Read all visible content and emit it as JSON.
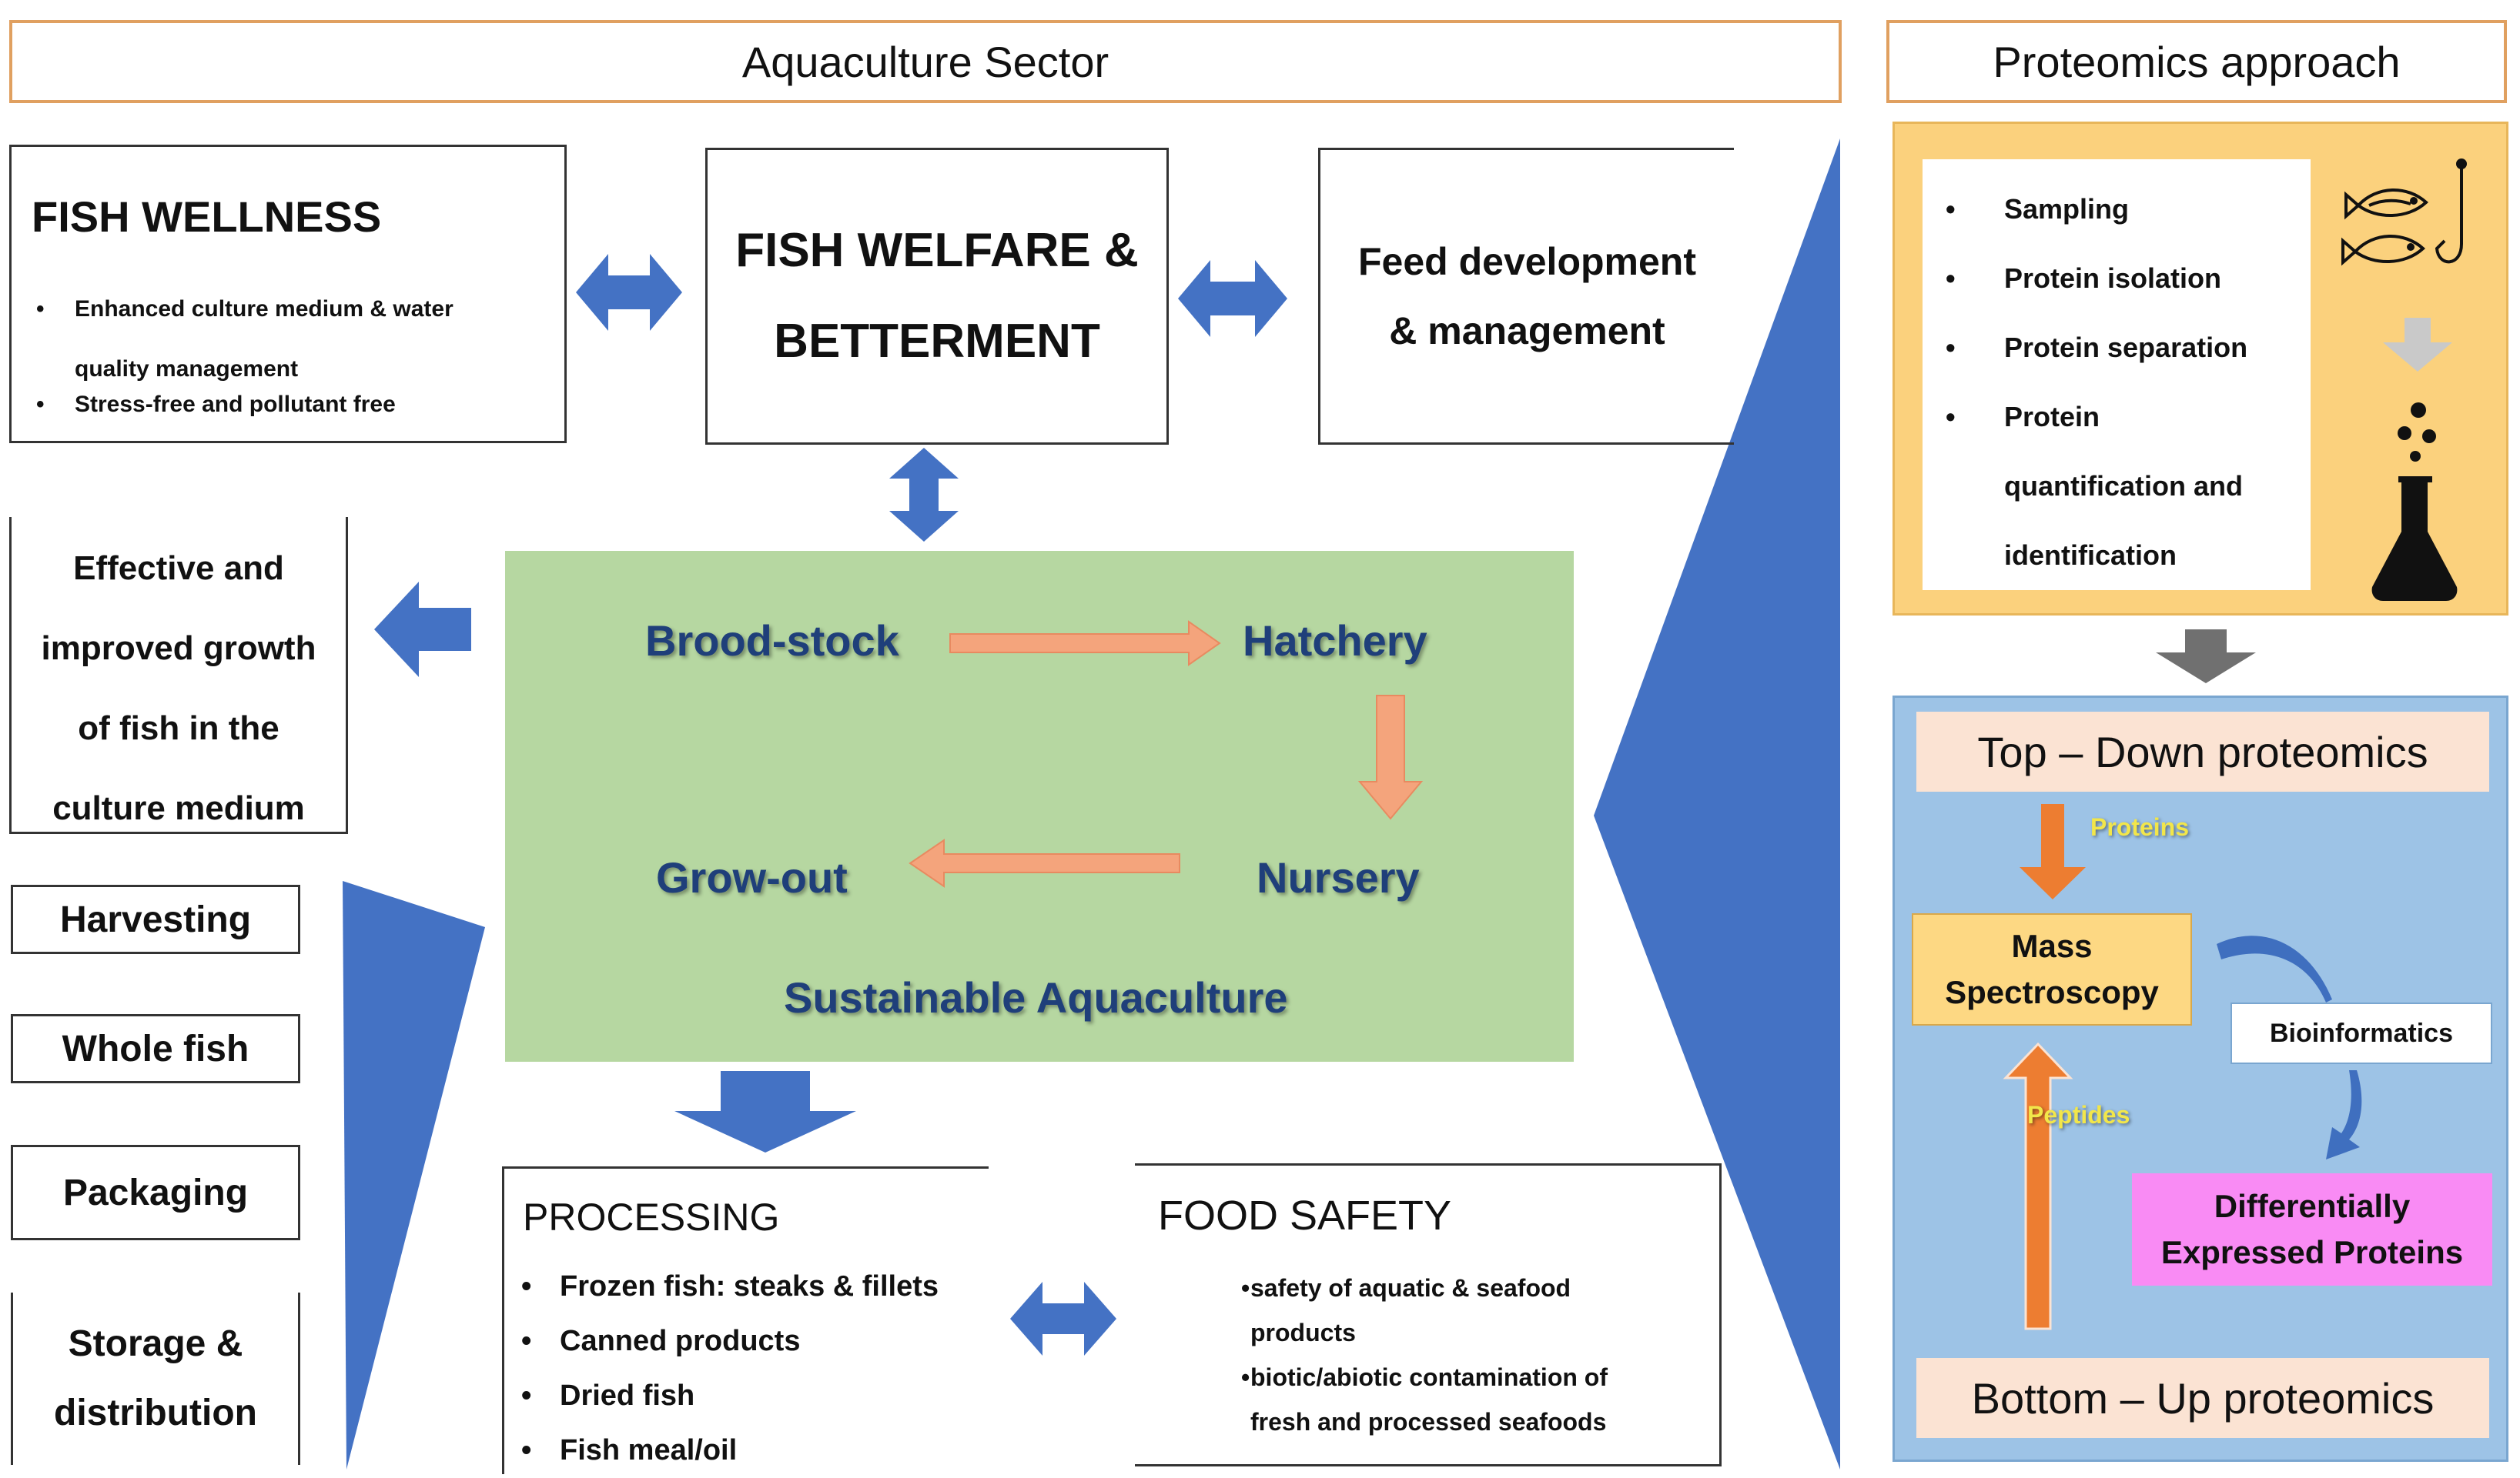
{
  "headers": {
    "aquaculture": "Aquaculture Sector",
    "proteomics": "Proteomics approach"
  },
  "fish_wellness": {
    "title": "FISH WELLNESS",
    "item1_line1": "Enhanced culture medium & water",
    "item1_line2": "quality management",
    "item2": "Stress-free and pollutant free"
  },
  "welfare": {
    "line1": "FISH WELFARE &",
    "line2": "BETTERMENT"
  },
  "feed": {
    "line1": "Feed development",
    "line2": "& management"
  },
  "growth": {
    "line1": "Effective and",
    "line2": "improved growth",
    "line3": "of fish in the",
    "line4": "culture medium"
  },
  "cycle": {
    "broodstock": "Brood-stock",
    "hatchery": "Hatchery",
    "growout": "Grow-out",
    "nursery": "Nursery",
    "sustainable": "Sustainable Aquaculture"
  },
  "chain": {
    "harvesting": "Harvesting",
    "wholefish": "Whole fish",
    "packaging": "Packaging",
    "storage_line1": "Storage &",
    "storage_line2": "distribution"
  },
  "processing": {
    "title": "PROCESSING",
    "items": [
      "Frozen fish: steaks & fillets",
      "Canned products",
      "Dried fish",
      "Fish meal/oil"
    ]
  },
  "food_safety": {
    "title": "FOOD SAFETY",
    "item1_line1": "safety of aquatic & seafood",
    "item1_line2": "products",
    "item2_line1": "biotic/abiotic contamination of",
    "item2_line2": "fresh and processed seafoods"
  },
  "proteomics_steps": {
    "sampling": "Sampling",
    "isolation": "Protein isolation",
    "separation": "Protein separation",
    "quant_line1": "Protein",
    "quant_line2": "quantification and",
    "quant_line3": "identification"
  },
  "workflow": {
    "topdown": "Top – Down proteomics",
    "proteins": "Proteins",
    "mass_line1": "Mass",
    "mass_line2": "Spectroscopy",
    "bioinformatics": "Bioinformatics",
    "peptides": "Peptides",
    "dep_line1": "Differentially",
    "dep_line2": "Expressed Proteins",
    "bottomup": "Bottom – Up proteomics"
  },
  "colors": {
    "header_border": "#e0a060",
    "blue_arrow": "#4472c4",
    "green_panel": "#b6d7a1",
    "salmon_arrow": "#f4a47c",
    "orange_arrow": "#ed7d31",
    "yellow_panel": "#fbd17d",
    "blue_panel": "#9dc3e6",
    "peach_label": "#fbe3d3",
    "mass_box": "#fdd883",
    "magenta_box": "#f98bf4",
    "navy_text": "#1f3f7a"
  },
  "icons": [
    "fish-hook-icon",
    "flask-icon",
    "down-arrow-icon"
  ]
}
